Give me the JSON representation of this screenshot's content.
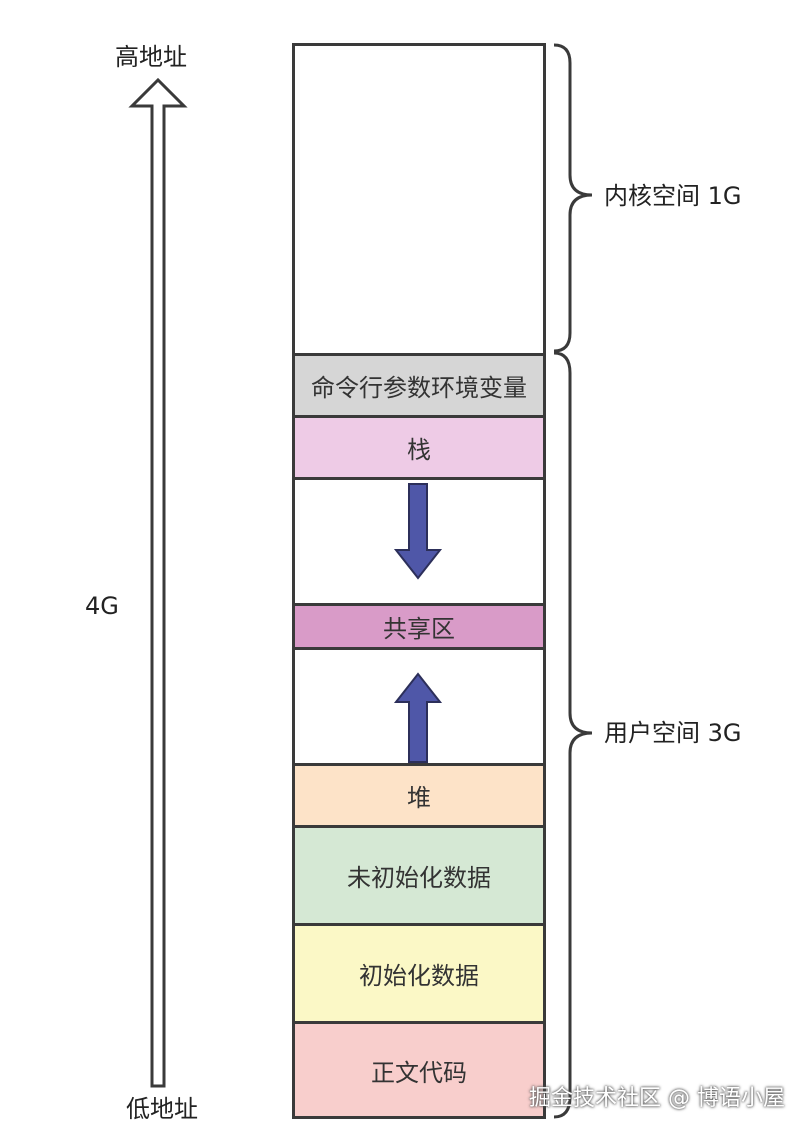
{
  "axis": {
    "high_label": "高地址",
    "low_label": "低地址",
    "size_label": "4G"
  },
  "segments": [
    {
      "label": "",
      "color": "#ffffff"
    },
    {
      "label": "命令行参数环境变量",
      "color": "#d6d6d6"
    },
    {
      "label": "栈",
      "color": "#eecbe6"
    },
    {
      "label": "",
      "color": "#ffffff"
    },
    {
      "label": "共享区",
      "color": "#d99bc8"
    },
    {
      "label": "",
      "color": "#ffffff"
    },
    {
      "label": "堆",
      "color": "#fde3c8"
    },
    {
      "label": "未初始化数据",
      "color": "#d5e8d4"
    },
    {
      "label": "初始化数据",
      "color": "#fbf8c6"
    },
    {
      "label": "正文代码",
      "color": "#f8cecc"
    }
  ],
  "braces": {
    "kernel_label": "内核空间 1G",
    "user_label": "用户空间 3G"
  },
  "arrow_color": "#4f57a8",
  "watermark": "掘金技术社区 @ 博语小屋"
}
